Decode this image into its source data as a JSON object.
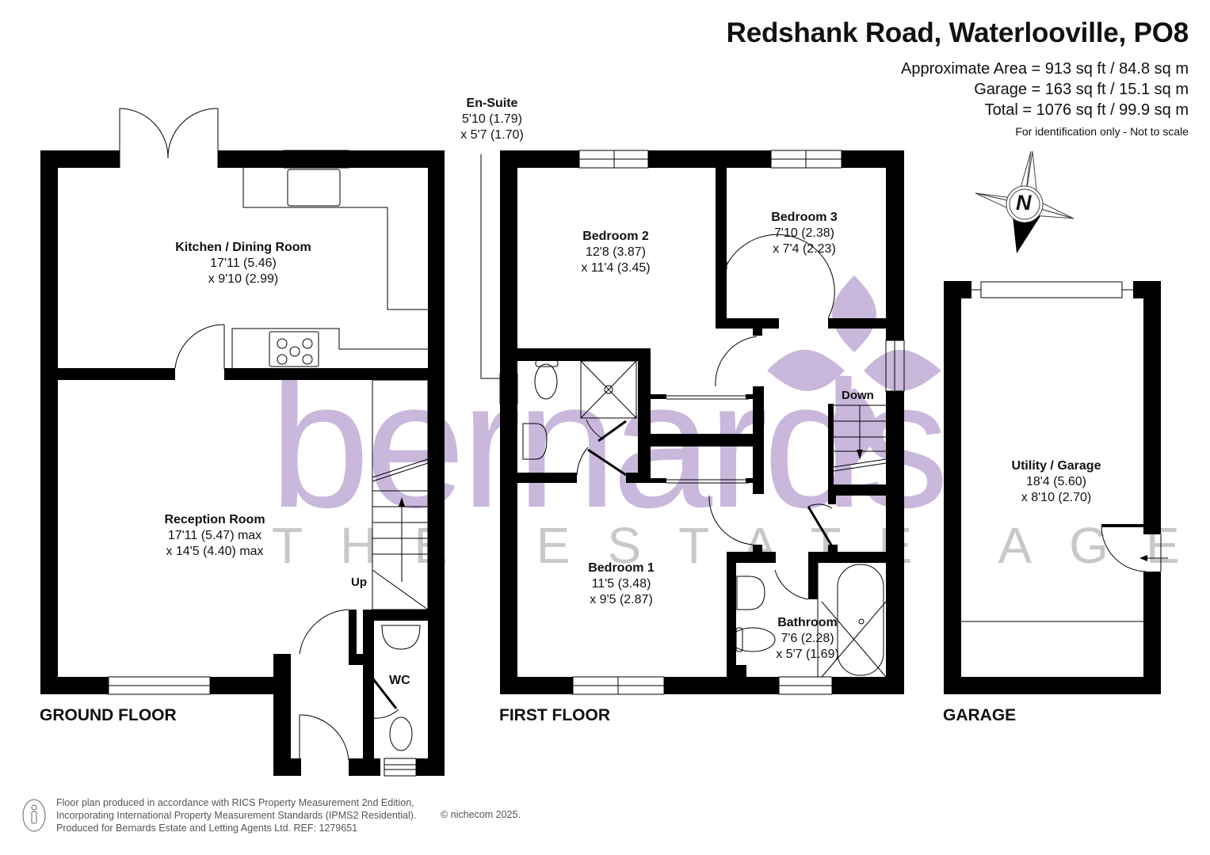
{
  "header": {
    "title": "Redshank Road, Waterlooville, PO8",
    "areas": [
      "Approximate Area = 913 sq ft / 84.8 sq m",
      "Garage = 163 sq ft / 15.1 sq m",
      "Total = 1076 sq ft / 99.9 sq m"
    ],
    "note": "For identification only - Not to scale"
  },
  "compass": {
    "label": "N"
  },
  "watermark": {
    "brand": "bernards",
    "tagline": "THE ESTATE AGENTS",
    "color": "#c9b8dc"
  },
  "floors": {
    "ground": {
      "label": "GROUND FLOOR",
      "rooms": [
        {
          "name": "Kitchen / Dining Room",
          "dim1": "17'11 (5.46)",
          "dim2": "x 9'10 (2.99)"
        },
        {
          "name": "Reception Room",
          "dim1": "17'11 (5.47) max",
          "dim2": "x 14'5 (4.40) max"
        },
        {
          "name": "WC"
        }
      ],
      "stairs_label": "Up"
    },
    "first": {
      "label": "FIRST FLOOR",
      "rooms": [
        {
          "name": "En-Suite",
          "dim1": "5'10 (1.79)",
          "dim2": "x 5'7 (1.70)"
        },
        {
          "name": "Bedroom 2",
          "dim1": "12'8 (3.87)",
          "dim2": "x 11'4 (3.45)"
        },
        {
          "name": "Bedroom 3",
          "dim1": "7'10 (2.38)",
          "dim2": "x 7'4 (2.23)"
        },
        {
          "name": "Bedroom 1",
          "dim1": "11'5 (3.48)",
          "dim2": "x 9'5 (2.87)"
        },
        {
          "name": "Bathroom",
          "dim1": "7'6 (2.28)",
          "dim2": "x 5'7 (1.69)"
        }
      ],
      "stairs_label": "Down"
    },
    "garage": {
      "label": "GARAGE",
      "rooms": [
        {
          "name": "Utility / Garage",
          "dim1": "18'4 (5.60)",
          "dim2": "x 8'10 (2.70)"
        }
      ]
    }
  },
  "footer": {
    "lines": [
      "Floor plan produced in accordance with RICS Property Measurement 2nd Edition,",
      "Incorporating International Property Measurement Standards (IPMS2 Residential).",
      "Produced for Bernards Estate and Letting Agents Ltd.   REF:  1279651"
    ],
    "copyright": "© nichecom 2025."
  }
}
